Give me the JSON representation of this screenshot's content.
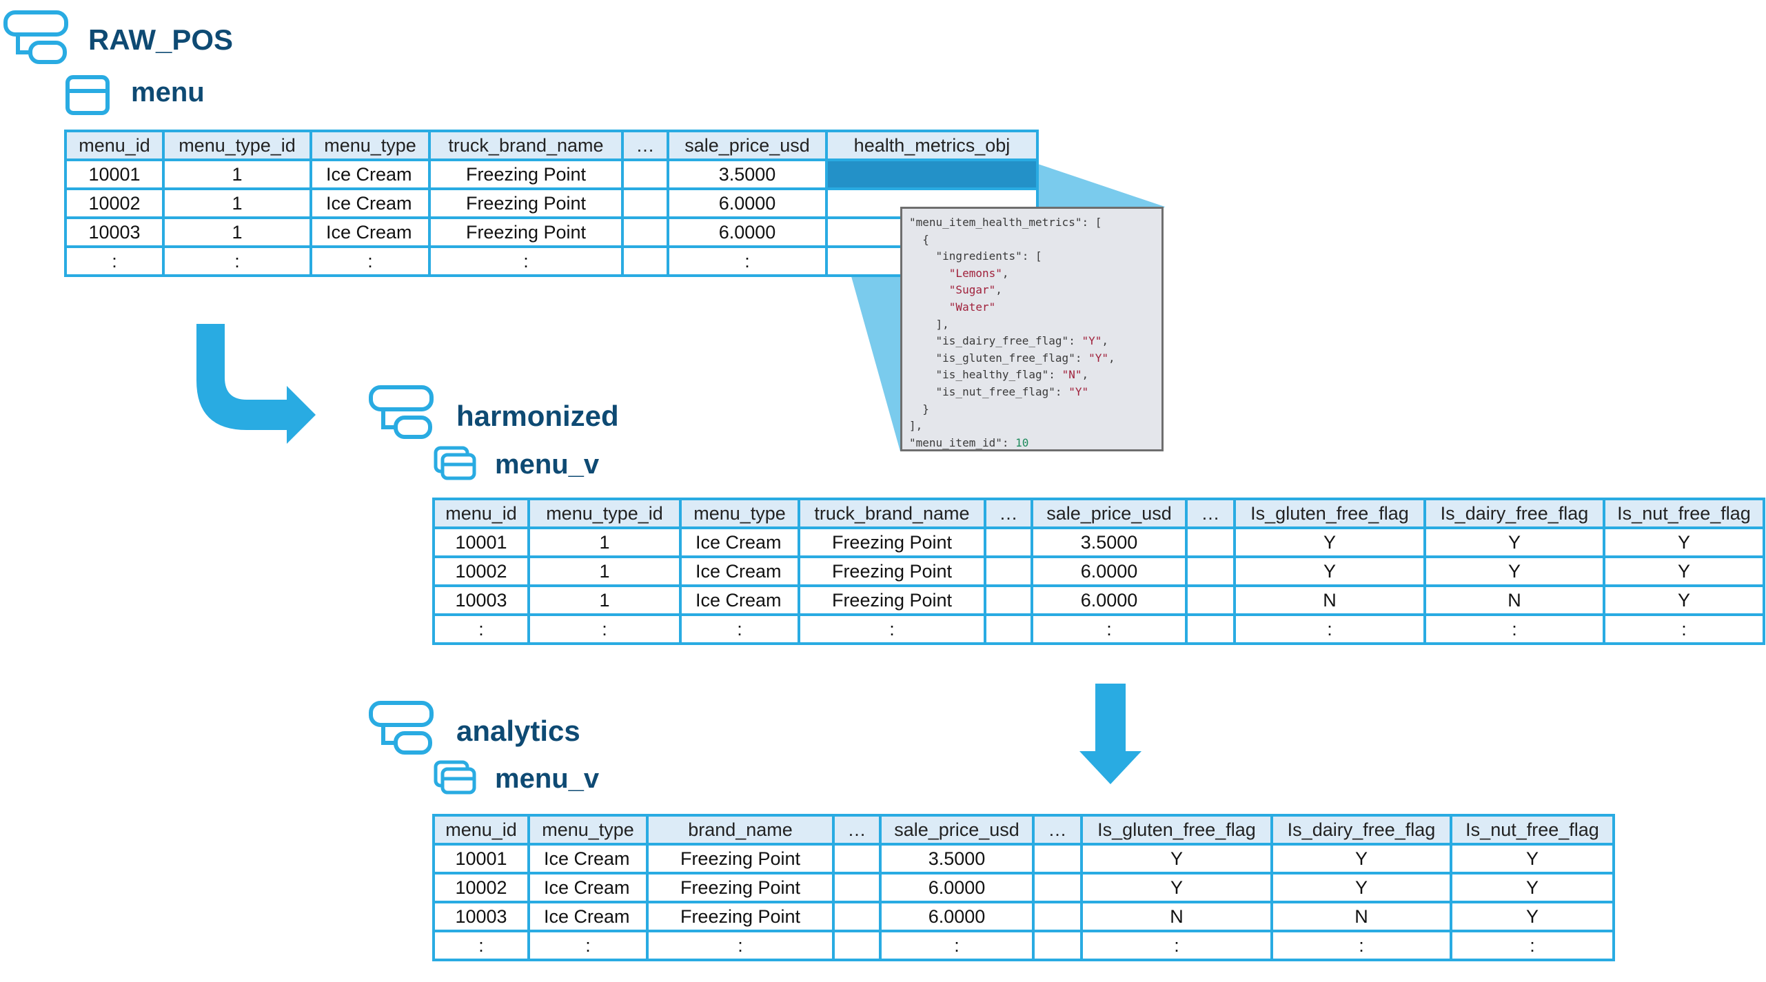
{
  "raw": {
    "schema": "RAW_POS",
    "object": "menu",
    "table": {
      "columns": [
        "menu_id",
        "menu_type_id",
        "menu_type",
        "truck_brand_name",
        "…",
        "sale_price_usd",
        "health_metrics_obj"
      ],
      "rows": [
        [
          "10001",
          "1",
          "Ice Cream",
          "Freezing Point",
          "",
          "3.5000",
          ""
        ],
        [
          "10002",
          "1",
          "Ice Cream",
          "Freezing Point",
          "",
          "6.0000",
          ""
        ],
        [
          "10003",
          "1",
          "Ice Cream",
          "Freezing Point",
          "",
          "6.0000",
          ""
        ],
        [
          ":",
          ":",
          ":",
          ":",
          "",
          ":",
          ""
        ]
      ]
    }
  },
  "json_popup": {
    "lines": [
      [
        {
          "t": "\"menu_item_health_metrics\": [",
          "k": "p"
        }
      ],
      [
        {
          "t": "  {",
          "k": "p"
        }
      ],
      [
        {
          "t": "    \"ingredients\": [",
          "k": "p"
        }
      ],
      [
        {
          "t": "      ",
          "k": "p"
        },
        {
          "t": "\"Lemons\"",
          "k": "s"
        },
        {
          "t": ",",
          "k": "p"
        }
      ],
      [
        {
          "t": "      ",
          "k": "p"
        },
        {
          "t": "\"Sugar\"",
          "k": "s"
        },
        {
          "t": ",",
          "k": "p"
        }
      ],
      [
        {
          "t": "      ",
          "k": "p"
        },
        {
          "t": "\"Water\"",
          "k": "s"
        }
      ],
      [
        {
          "t": "    ],",
          "k": "p"
        }
      ],
      [
        {
          "t": "    \"is_dairy_free_flag\": ",
          "k": "p"
        },
        {
          "t": "\"Y\"",
          "k": "s"
        },
        {
          "t": ",",
          "k": "p"
        }
      ],
      [
        {
          "t": "    \"is_gluten_free_flag\": ",
          "k": "p"
        },
        {
          "t": "\"Y\"",
          "k": "s"
        },
        {
          "t": ",",
          "k": "p"
        }
      ],
      [
        {
          "t": "    \"is_healthy_flag\": ",
          "k": "p"
        },
        {
          "t": "\"N\"",
          "k": "s"
        },
        {
          "t": ",",
          "k": "p"
        }
      ],
      [
        {
          "t": "    \"is_nut_free_flag\": ",
          "k": "p"
        },
        {
          "t": "\"Y\"",
          "k": "s"
        }
      ],
      [
        {
          "t": "  }",
          "k": "p"
        }
      ],
      [
        {
          "t": "],",
          "k": "p"
        }
      ],
      [
        {
          "t": "\"menu_item_id\": ",
          "k": "p"
        },
        {
          "t": "10",
          "k": "n"
        }
      ]
    ]
  },
  "harmonized": {
    "schema": "harmonized",
    "object": "menu_v",
    "table": {
      "columns": [
        "menu_id",
        "menu_type_id",
        "menu_type",
        "truck_brand_name",
        "…",
        "sale_price_usd",
        "…",
        "Is_gluten_free_flag",
        "Is_dairy_free_flag",
        "Is_nut_free_flag"
      ],
      "rows": [
        [
          "10001",
          "1",
          "Ice Cream",
          "Freezing Point",
          "",
          "3.5000",
          "",
          "Y",
          "Y",
          "Y"
        ],
        [
          "10002",
          "1",
          "Ice Cream",
          "Freezing Point",
          "",
          "6.0000",
          "",
          "Y",
          "Y",
          "Y"
        ],
        [
          "10003",
          "1",
          "Ice Cream",
          "Freezing Point",
          "",
          "6.0000",
          "",
          "N",
          "N",
          "Y"
        ],
        [
          ":",
          ":",
          ":",
          ":",
          "",
          ":",
          "",
          ":",
          ":",
          ":"
        ]
      ]
    }
  },
  "analytics": {
    "schema": "analytics",
    "object": "menu_v",
    "table": {
      "columns": [
        "menu_id",
        "menu_type",
        "brand_name",
        "…",
        "sale_price_usd",
        "…",
        "Is_gluten_free_flag",
        "Is_dairy_free_flag",
        "Is_nut_free_flag"
      ],
      "rows": [
        [
          "10001",
          "Ice Cream",
          "Freezing Point",
          "",
          "3.5000",
          "",
          "Y",
          "Y",
          "Y"
        ],
        [
          "10002",
          "Ice Cream",
          "Freezing Point",
          "",
          "6.0000",
          "",
          "Y",
          "Y",
          "Y"
        ],
        [
          "10003",
          "Ice Cream",
          "Freezing Point",
          "",
          "6.0000",
          "",
          "N",
          "N",
          "Y"
        ],
        [
          ":",
          ":",
          ":",
          "",
          ":",
          "",
          ":",
          ":",
          ":"
        ]
      ]
    }
  },
  "colors": {
    "accent": "#29abe2",
    "header_fill": "#dcebf7",
    "title": "#0e4a73",
    "highlight": "#2391c8"
  }
}
